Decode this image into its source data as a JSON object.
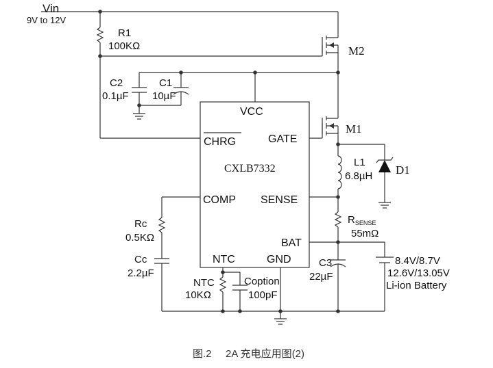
{
  "supply": {
    "name": "Vin",
    "range": "9V to 12V"
  },
  "ic": {
    "part": "CXLB7332",
    "pins": {
      "vcc": "VCC",
      "chrg": "CHRG",
      "gate": "GATE",
      "comp": "COMP",
      "sense": "SENSE",
      "bat": "BAT",
      "ntc": "NTC",
      "gnd": "GND"
    }
  },
  "components": {
    "r1": {
      "ref": "R1",
      "value": "100KΩ"
    },
    "c2": {
      "ref": "C2",
      "value": "0.1µF"
    },
    "c1": {
      "ref": "C1",
      "value": "10µF"
    },
    "m2": {
      "ref": "M2"
    },
    "m1": {
      "ref": "M1"
    },
    "l1": {
      "ref": "L1",
      "value": "6.8µH"
    },
    "d1": {
      "ref": "D1"
    },
    "rsense": {
      "ref_main": "R",
      "ref_sub": "SENSE",
      "value": "55mΩ"
    },
    "rc": {
      "ref": "Rc",
      "value": "0.5KΩ"
    },
    "cc": {
      "ref": "Cc",
      "value": "2.2µF"
    },
    "ntc": {
      "ref": "NTC",
      "value": "10KΩ"
    },
    "coption": {
      "ref": "Coption",
      "value": "100pF"
    },
    "c3": {
      "ref": "C3",
      "value": "22µF"
    },
    "battery": {
      "line1": "8.4V/8.7V",
      "line2": "12.6V/13.05V",
      "line3": "Li-ion Battery"
    }
  },
  "caption": {
    "fig": "图.2",
    "text": "2A  充电应用图(2)"
  }
}
